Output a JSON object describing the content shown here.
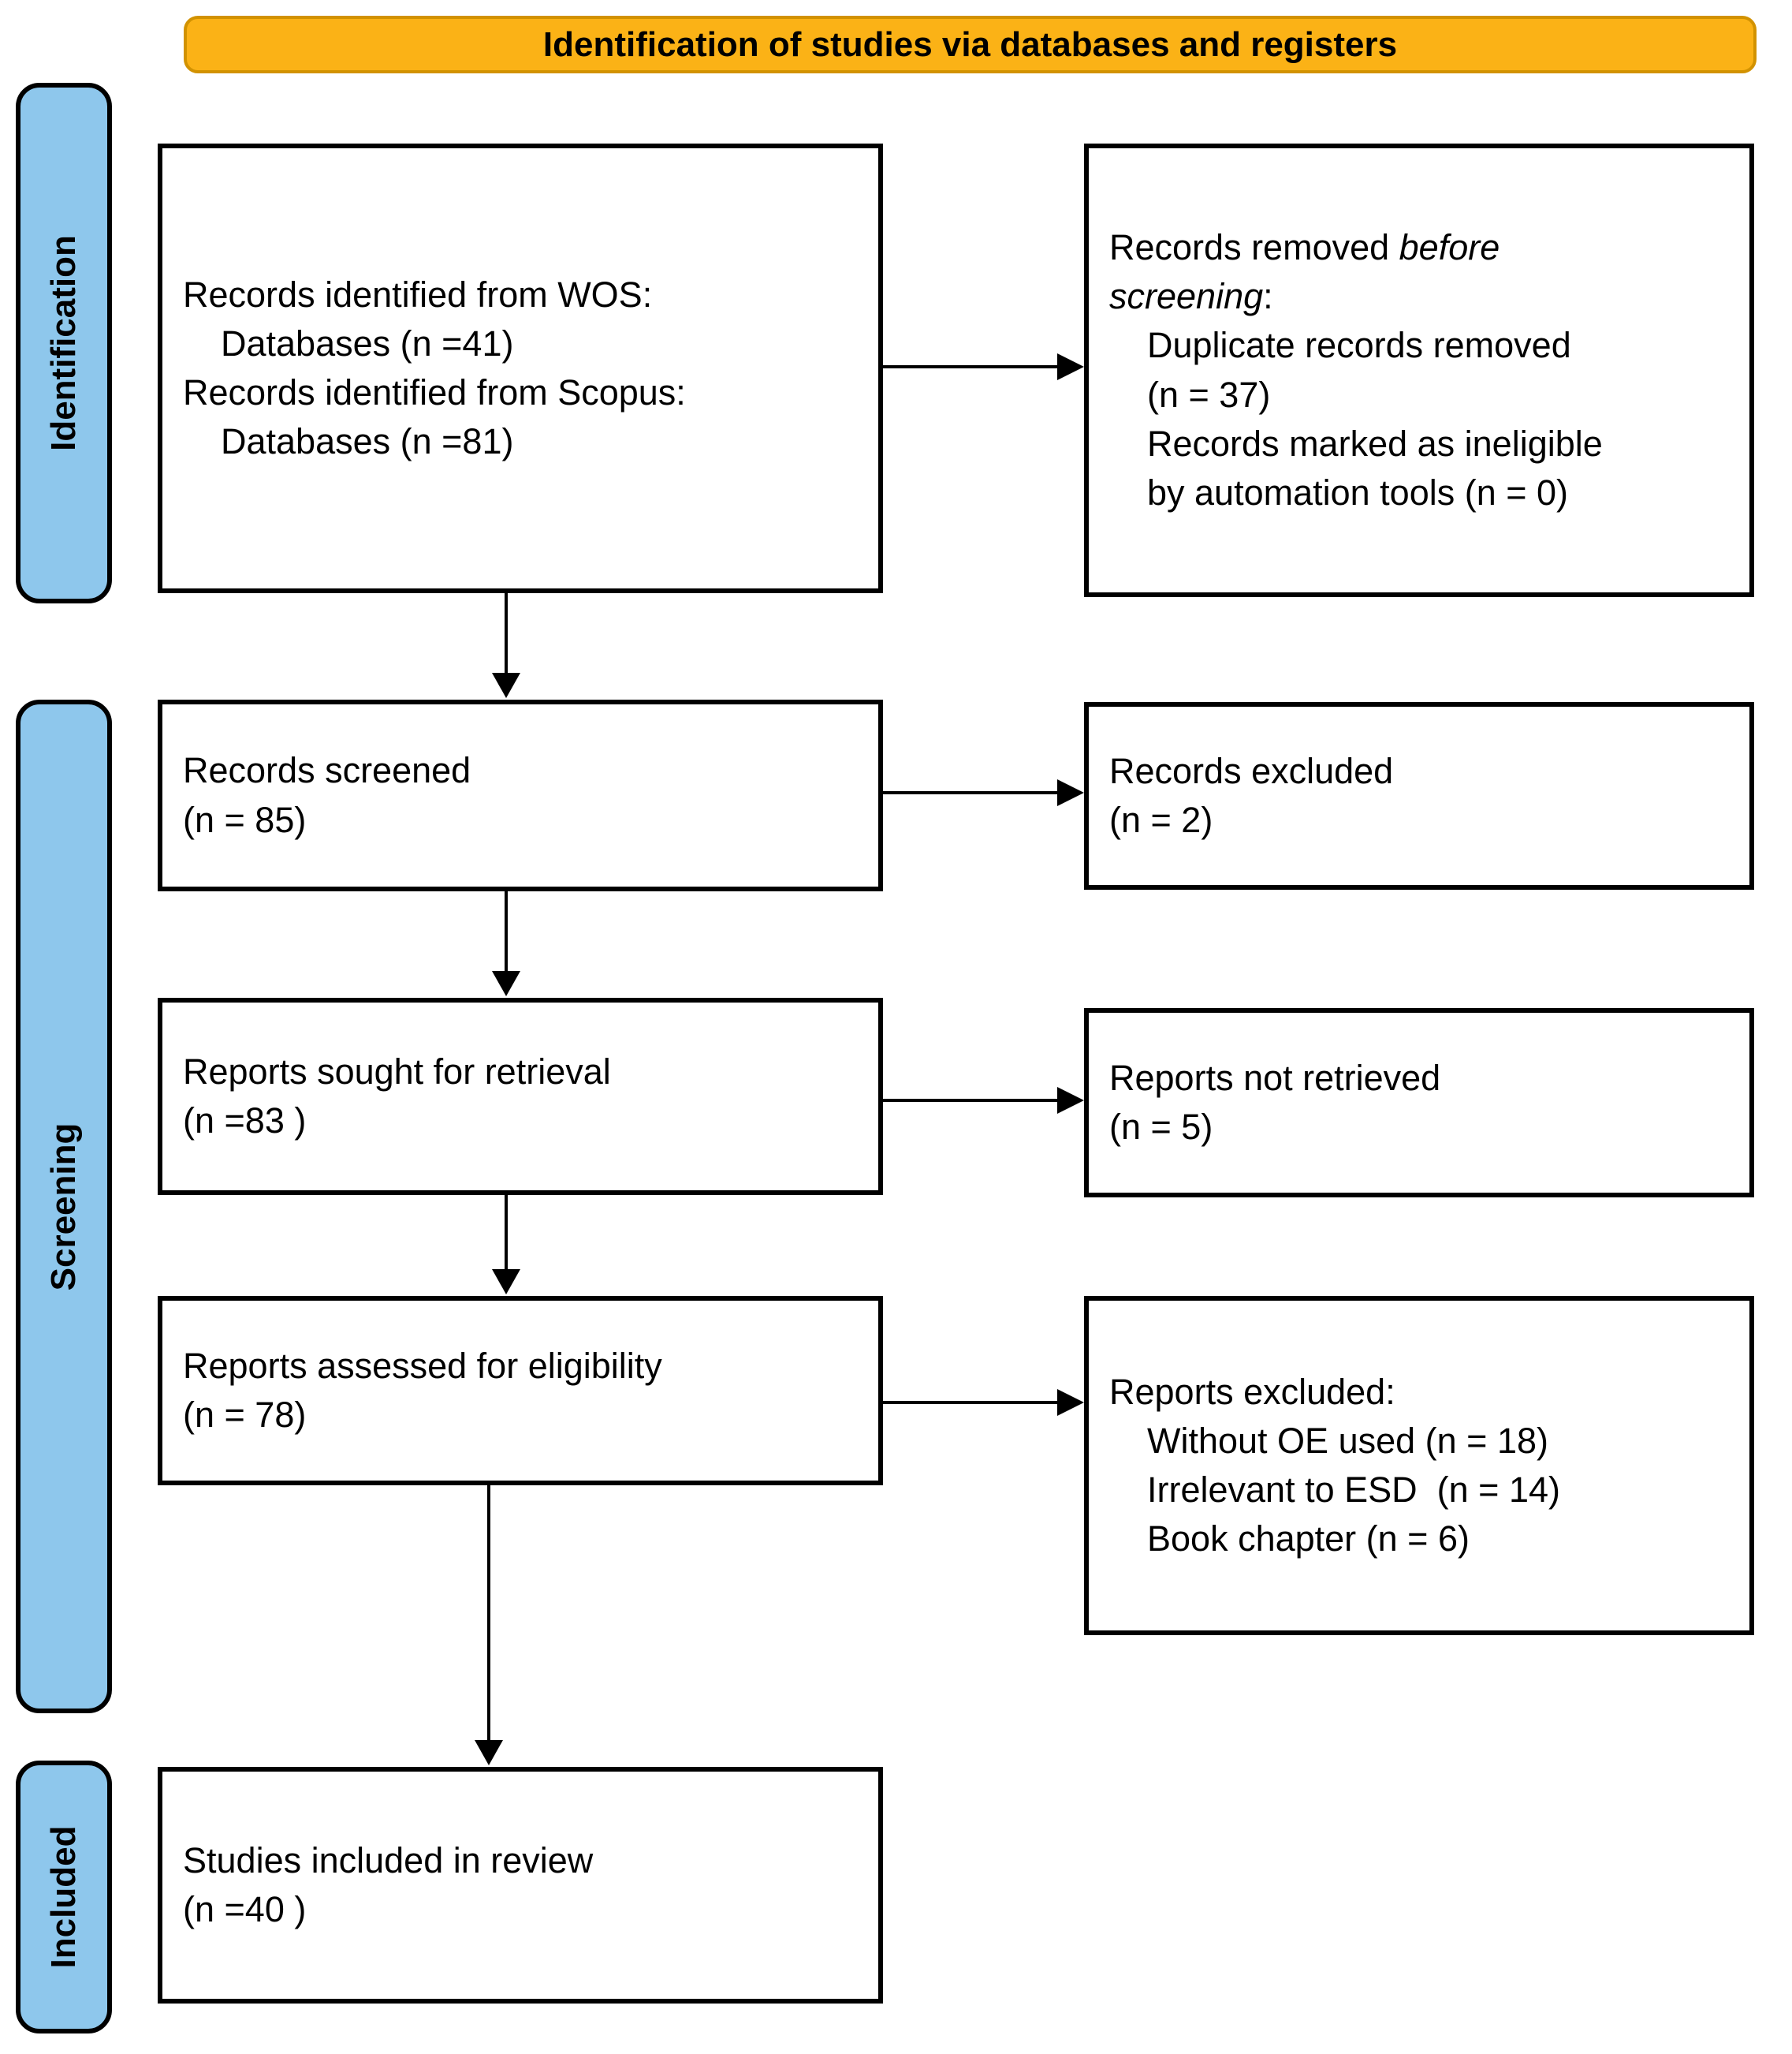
{
  "banner": {
    "label": "Identification of studies via databases and registers"
  },
  "sidebar": {
    "items": [
      {
        "label": "Identification"
      },
      {
        "label": "Screening"
      },
      {
        "label": "Included"
      }
    ]
  },
  "colors": {
    "banner_fill": "#FBB216",
    "banner_border": "#D29200",
    "sidebar_fill": "#8EC7EC",
    "line": "#000000"
  },
  "boxes": {
    "identified": {
      "lines": [
        {
          "ind": 0,
          "seg": [
            {
              "t": "Records identified from WOS:"
            }
          ]
        },
        {
          "ind": 1,
          "seg": [
            {
              "t": "Databases (n =41)"
            }
          ]
        },
        {
          "ind": 0,
          "seg": [
            {
              "t": "Records identified from Scopus:"
            }
          ]
        },
        {
          "ind": 1,
          "seg": [
            {
              "t": "Databases (n =81)"
            }
          ]
        }
      ]
    },
    "removed": {
      "lines": [
        {
          "ind": 0,
          "seg": [
            {
              "t": "Records removed "
            },
            {
              "t": "before",
              "i": true
            }
          ]
        },
        {
          "ind": 0,
          "seg": [
            {
              "t": "screening",
              "i": true
            },
            {
              "t": ":"
            }
          ]
        },
        {
          "ind": 1,
          "seg": [
            {
              "t": "Duplicate records removed"
            }
          ]
        },
        {
          "ind": 1,
          "seg": [
            {
              "t": "(n = 37)"
            }
          ]
        },
        {
          "ind": 1,
          "seg": [
            {
              "t": "Records marked as ineligible"
            }
          ]
        },
        {
          "ind": 1,
          "seg": [
            {
              "t": "by automation tools (n = 0)"
            }
          ]
        }
      ]
    },
    "screened": {
      "lines": [
        {
          "ind": 0,
          "seg": [
            {
              "t": "Records screened"
            }
          ]
        },
        {
          "ind": 0,
          "seg": [
            {
              "t": "(n = 85)"
            }
          ]
        }
      ]
    },
    "records_excluded": {
      "lines": [
        {
          "ind": 0,
          "seg": [
            {
              "t": "Records excluded"
            }
          ]
        },
        {
          "ind": 0,
          "seg": [
            {
              "t": "(n = 2)"
            }
          ]
        }
      ]
    },
    "sought": {
      "lines": [
        {
          "ind": 0,
          "seg": [
            {
              "t": "Reports sought for retrieval"
            }
          ]
        },
        {
          "ind": 0,
          "seg": [
            {
              "t": "(n =83 )"
            }
          ]
        }
      ]
    },
    "not_retrieved": {
      "lines": [
        {
          "ind": 0,
          "seg": [
            {
              "t": "Reports not retrieved"
            }
          ]
        },
        {
          "ind": 0,
          "seg": [
            {
              "t": "(n = 5)"
            }
          ]
        }
      ]
    },
    "assessed": {
      "lines": [
        {
          "ind": 0,
          "seg": [
            {
              "t": "Reports assessed for eligibility"
            }
          ]
        },
        {
          "ind": 0,
          "seg": [
            {
              "t": "(n = 78)"
            }
          ]
        }
      ]
    },
    "reports_excluded": {
      "lines": [
        {
          "ind": 0,
          "seg": [
            {
              "t": "Reports excluded:"
            }
          ]
        },
        {
          "ind": 1,
          "seg": [
            {
              "t": "Without OE used (n = 18)"
            }
          ]
        },
        {
          "ind": 1,
          "seg": [
            {
              "t": "Irrelevant to ESD  (n = 14)"
            }
          ]
        },
        {
          "ind": 1,
          "seg": [
            {
              "t": "Book chapter (n = 6)"
            }
          ]
        }
      ]
    },
    "included": {
      "lines": [
        {
          "ind": 0,
          "seg": [
            {
              "t": "Studies included in review"
            }
          ]
        },
        {
          "ind": 0,
          "seg": [
            {
              "t": "(n =40 )"
            }
          ]
        }
      ]
    }
  }
}
